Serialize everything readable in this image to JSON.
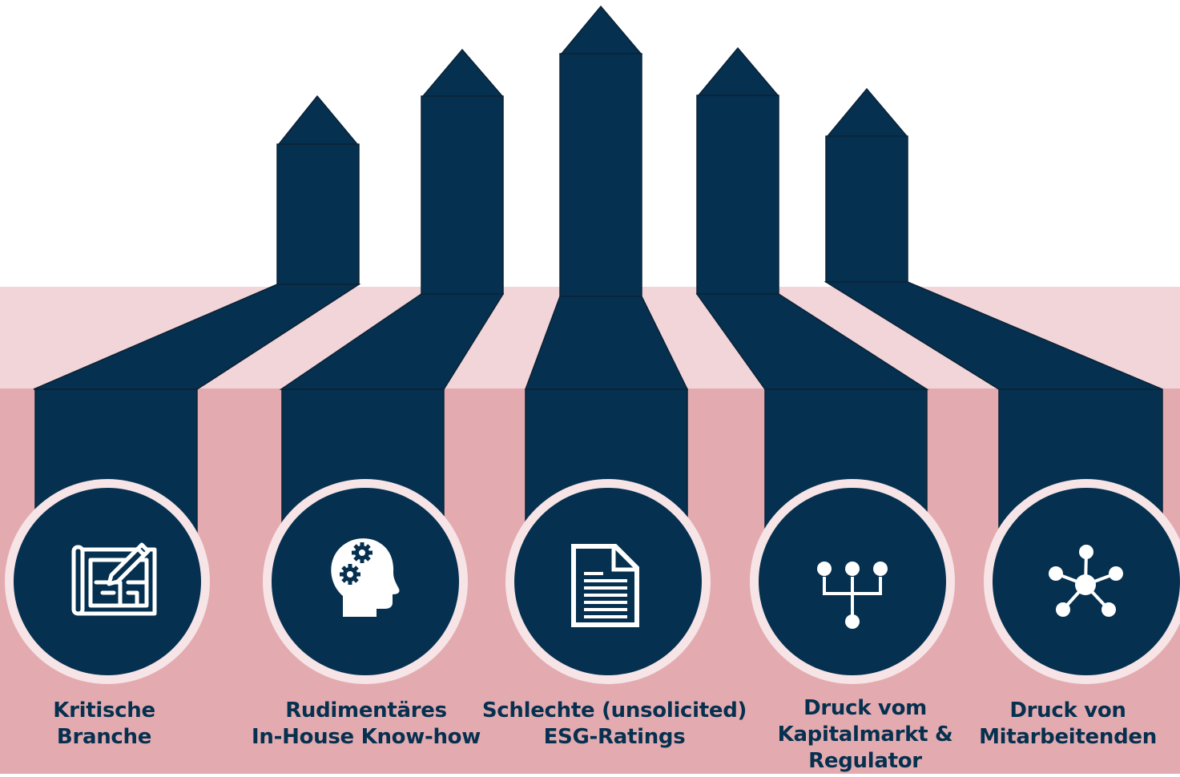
{
  "colors": {
    "navy": "#06304f",
    "band_light": "#f2d5d8",
    "band_dark": "#e3abb0",
    "ring": "#f6e4e6",
    "icon": "#ffffff"
  },
  "items": [
    {
      "icon": "blueprint-icon",
      "label_lines": [
        "Kritische",
        "Branche"
      ]
    },
    {
      "icon": "head-gears-icon",
      "label_lines": [
        "Rudimentäres",
        "In-House Know-how"
      ]
    },
    {
      "icon": "document-icon",
      "label_lines": [
        "Schlechte (unsolicited)",
        "ESG-Ratings"
      ]
    },
    {
      "icon": "hierarchy-icon",
      "label_lines": [
        "Druck vom",
        "Kapitalmarkt &",
        "Regulator"
      ]
    },
    {
      "icon": "network-icon",
      "label_lines": [
        "Druck von",
        "Mitarbeitenden"
      ]
    }
  ]
}
